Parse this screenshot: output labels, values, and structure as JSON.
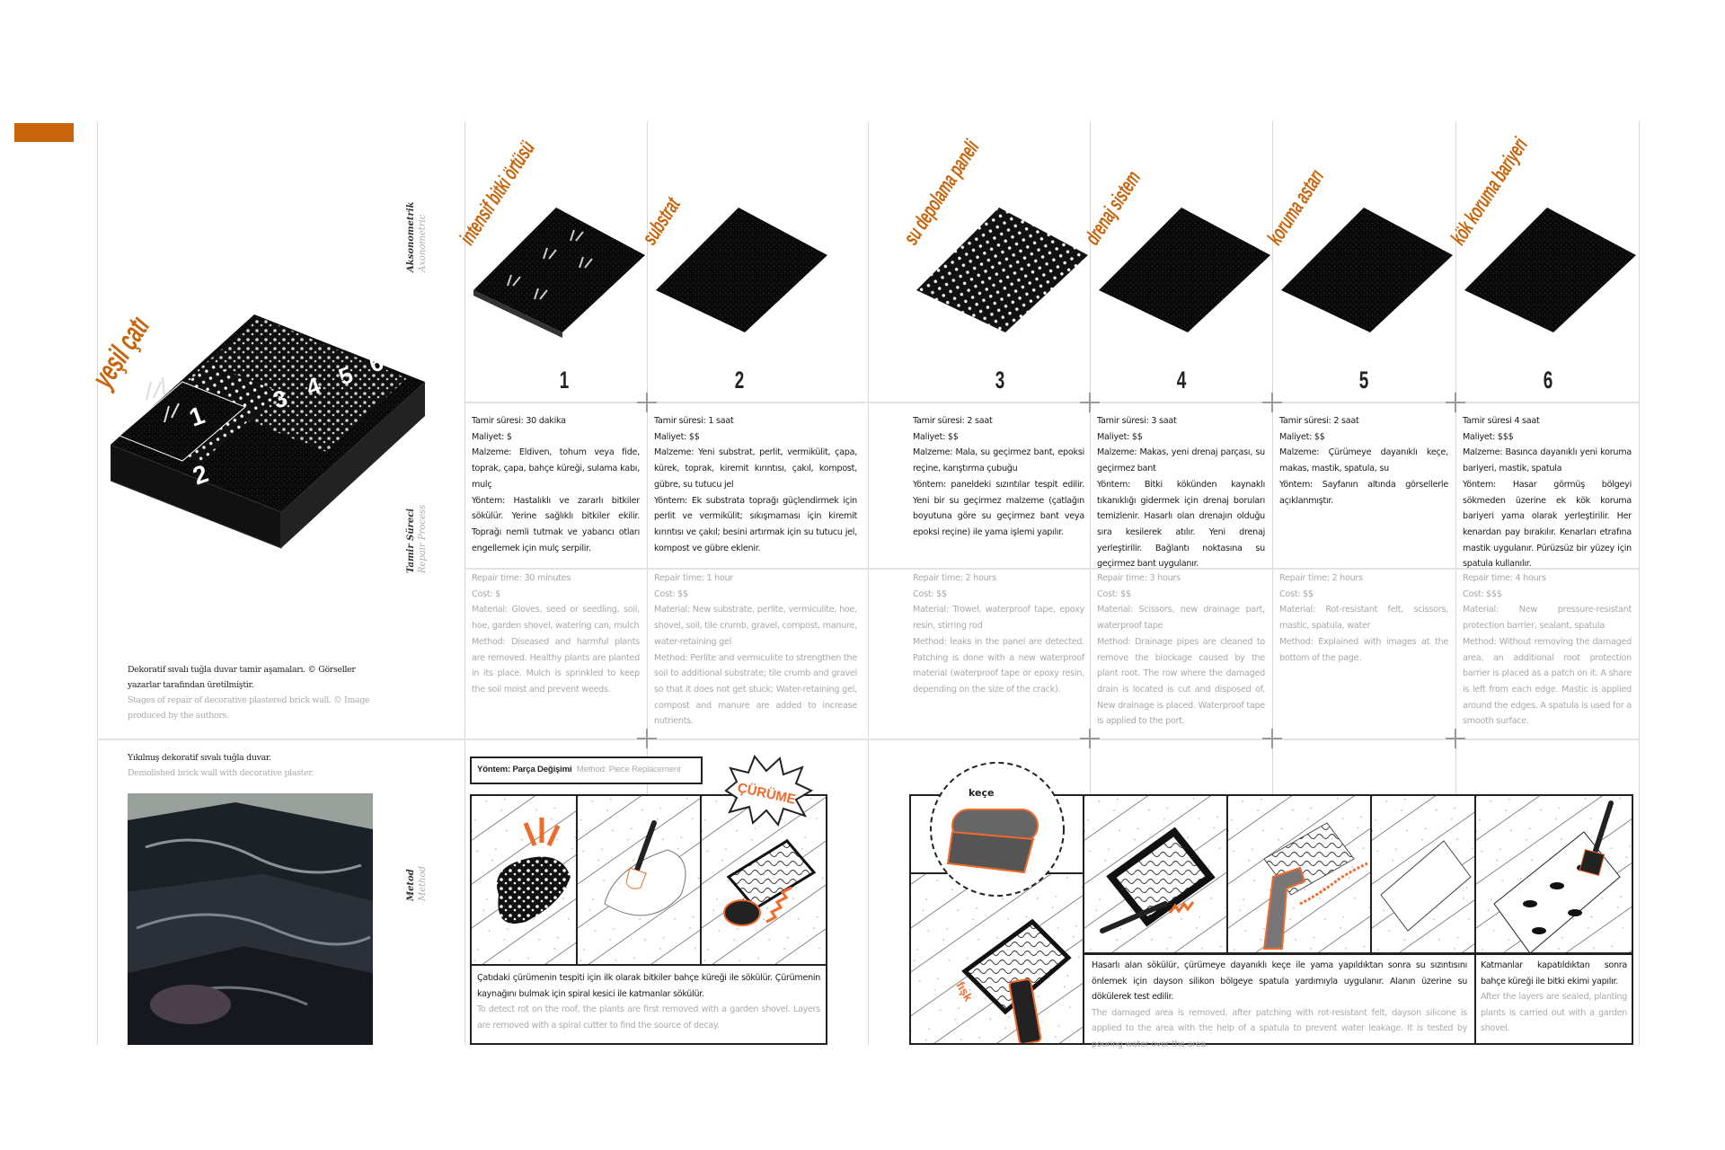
{
  "accent_color": "#c8650c",
  "main_title": "yeşil çatı",
  "row_labels": {
    "axonometric": {
      "tr": "Aksonometrik",
      "en": "Axonometric"
    },
    "repair_process": {
      "tr": "Tamir Süreci",
      "en": "Repair Process"
    },
    "method": {
      "tr": "Metod",
      "en": "Method"
    }
  },
  "diagram_numbers": [
    "1",
    "2",
    "3",
    "4",
    "5",
    "6"
  ],
  "layers": [
    {
      "number": "1",
      "title": "intensif bitki örtüsü",
      "tr": [
        "Tamir süresi: 30 dakika",
        "Maliyet: $",
        "Malzeme: Eldiven, tohum veya fide, toprak, çapa, bahçe küreği, sulama kabı, mulç",
        "Yöntem: Hastalıklı ve zararlı bitkiler sökülür. Yerine sağlıklı bitkiler ekilir. Toprağı nemli tutmak ve yabancı otları engellemek için mulç serpilir."
      ],
      "en": [
        "Repair time: 30 minutes",
        "Cost: $",
        "Material: Gloves, seed or seedling, soil, hoe, garden shovel, watering can, mulch",
        "Method: Diseased and harmful plants are removed. Healthy plants are planted in its place. Mulch is sprinkled to keep the soil moist and prevent weeds."
      ]
    },
    {
      "number": "2",
      "title": "substrat",
      "tr": [
        "Tamir süresi: 1 saat",
        "Maliyet: $$",
        "Malzeme: Yeni substrat, perlit, vermikülit, çapa, kürek, toprak, kiremit kırıntısı, çakıl, kompost, gübre, su tutucu jel",
        "Yöntem: Ek substrata toprağı güçlendirmek için perlit ve vermikülit; sıkışmaması için kiremit kırıntısı ve çakıl; besini artırmak için su tutucu jel, kompost ve gübre eklenir."
      ],
      "en": [
        "Repair time: 1 hour",
        "Cost: $$",
        "Material: New substrate, perlite, vermiculite, hoe, shovel, soil, tile crumb, gravel, compost, manure, water-retaining gel",
        "Method: Perlite and vermiculite to strengthen the soil to additional substrate; tile crumb and gravel so that it does not get stuck; Water-retaining gel, compost and manure are added to increase nutrients."
      ]
    },
    {
      "number": "3",
      "title": "su depolama paneli",
      "tr": [
        "Tamir süresi: 2 saat",
        "Maliyet: $$",
        "Malzeme: Mala, su geçirmez bant, epoksi reçine, karıştırma çubuğu",
        "Yöntem: paneldeki sızıntılar tespit edilir. Yeni bir su geçirmez malzeme (çatlağın boyutuna göre su geçirmez bant veya epoksi reçine) ile yama işlemi yapılır."
      ],
      "en": [
        "Repair time: 2 hours",
        "Cost: $$",
        "Material: Trowel, waterproof tape, epoxy resin, stirring rod",
        "Method: leaks in the panel are detected. Patching is done with a new waterproof material (waterproof tape or epoxy resin, depending on the size of the crack)."
      ]
    },
    {
      "number": "4",
      "title": "drenaj sistem",
      "tr": [
        "Tamir süresi: 3 saat",
        "Maliyet: $$",
        "Malzeme: Makas, yeni drenaj parçası, su geçirmez bant",
        "Yöntem: Bitki kökünden kaynaklı tıkanıklığı gidermek için drenaj boruları temizlenir. Hasarlı olan drenajın olduğu sıra kesilerek atılır. Yeni drenaj yerleştirilir. Bağlantı noktasına su geçirmez bant uygulanır."
      ],
      "en": [
        "Repair time: 3 hours",
        "Cost: $$",
        "Material: Scissors, new drainage part, waterproof tape",
        "Method: Drainage pipes are cleaned to remove the blockage caused by the plant root. The row where the damaged drain is located is cut and disposed of. New drainage is placed. Waterproof tape is applied to the port."
      ]
    },
    {
      "number": "5",
      "title": "koruma astarı",
      "tr": [
        "Tamir süresi: 2 saat",
        "Maliyet: $$",
        "Malzeme: Çürümeye dayanıklı keçe, makas, mastik, spatula, su",
        "Yöntem: Sayfanın altında görsellerle açıklanmıştır."
      ],
      "en": [
        "Repair time: 2 hours",
        "Cost: $$",
        "Material: Rot-resistant felt, scissors, mastic, spatula, water",
        "Method: Explained with images at the bottom of the page."
      ]
    },
    {
      "number": "6",
      "title": "kök koruma bariyeri",
      "tr": [
        "Tamir süresi 4 saat",
        "Maliyet: $$$",
        "Malzeme: Basınca dayanıklı yeni koruma bariyeri, mastik, spatula",
        "Yöntem: Hasar görmüş bölgeyi sökmeden üzerine ek kök koruma bariyeri yama olarak yerleştirilir. Her kenardan pay bırakılır. Kenarları etrafına mastik uygulanır. Pürüzsüz bir yüzey için spatula kullanılır."
      ],
      "en": [
        "Repair time: 4 hours",
        "Cost: $$$",
        "Material: New pressure-resistant protection barrier, sealant, spatula",
        "Method: Without removing the damaged area, an additional root protection barrier is placed as a patch on it. A share is left from each edge. Mastic is applied around the edges. A spatula is used for a smooth surface."
      ]
    }
  ],
  "captions": {
    "stages": {
      "tr": "Dekoratif sıvalı tuğla duvar tamir aşamaları. © Görseller yazarlar tarafından üretilmiştir.",
      "en": "Stages of repair of decorative plastered brick wall. © Image produced by the authors."
    },
    "photo": {
      "tr": "Yıkılmış dekoratif sıvalı tuğla duvar.",
      "en": "Demolished brick wall with decorative plaster."
    }
  },
  "method_left": {
    "header_tr": "Yöntem: Parça Değişimi",
    "header_en": "Method: Piece Replacement",
    "burst_label": "ÇÜRÜME",
    "caption_tr": "Çatıdaki çürümenin tespiti için ilk olarak bitkiler bahçe küreği ile sökülür. Çürümenin kaynağını bulmak için spiral kesici ile katmanlar sökülür.",
    "caption_en": "To detect rot on the roof, the plants are first removed with a garden shovel. Layers are removed with a spiral cutter to find the source of decay."
  },
  "method_right": {
    "felt_label": "keçe",
    "caption_tr": "Hasarlı alan sökülür, çürümeye dayanıklı keçe ile yama yapıldıktan sonra su sızıntısını önlemek için dayson silikon bölgeye spatula yardımıyla uygulanır. Alanın üzerine su dökülerek test edilir.",
    "caption_en": "The damaged area is removed, after patching with rot-resistant felt, dayson silicone is applied to the area with the help of a spatula to prevent water leakage. It is tested by pouring water over the area.",
    "final_tr": "Katmanlar kapatıldıktan sonra bahçe küreği ile bitki ekimi yapılır.",
    "final_en": "After the layers are sealed, planting plants is carried out with a garden shovel."
  }
}
